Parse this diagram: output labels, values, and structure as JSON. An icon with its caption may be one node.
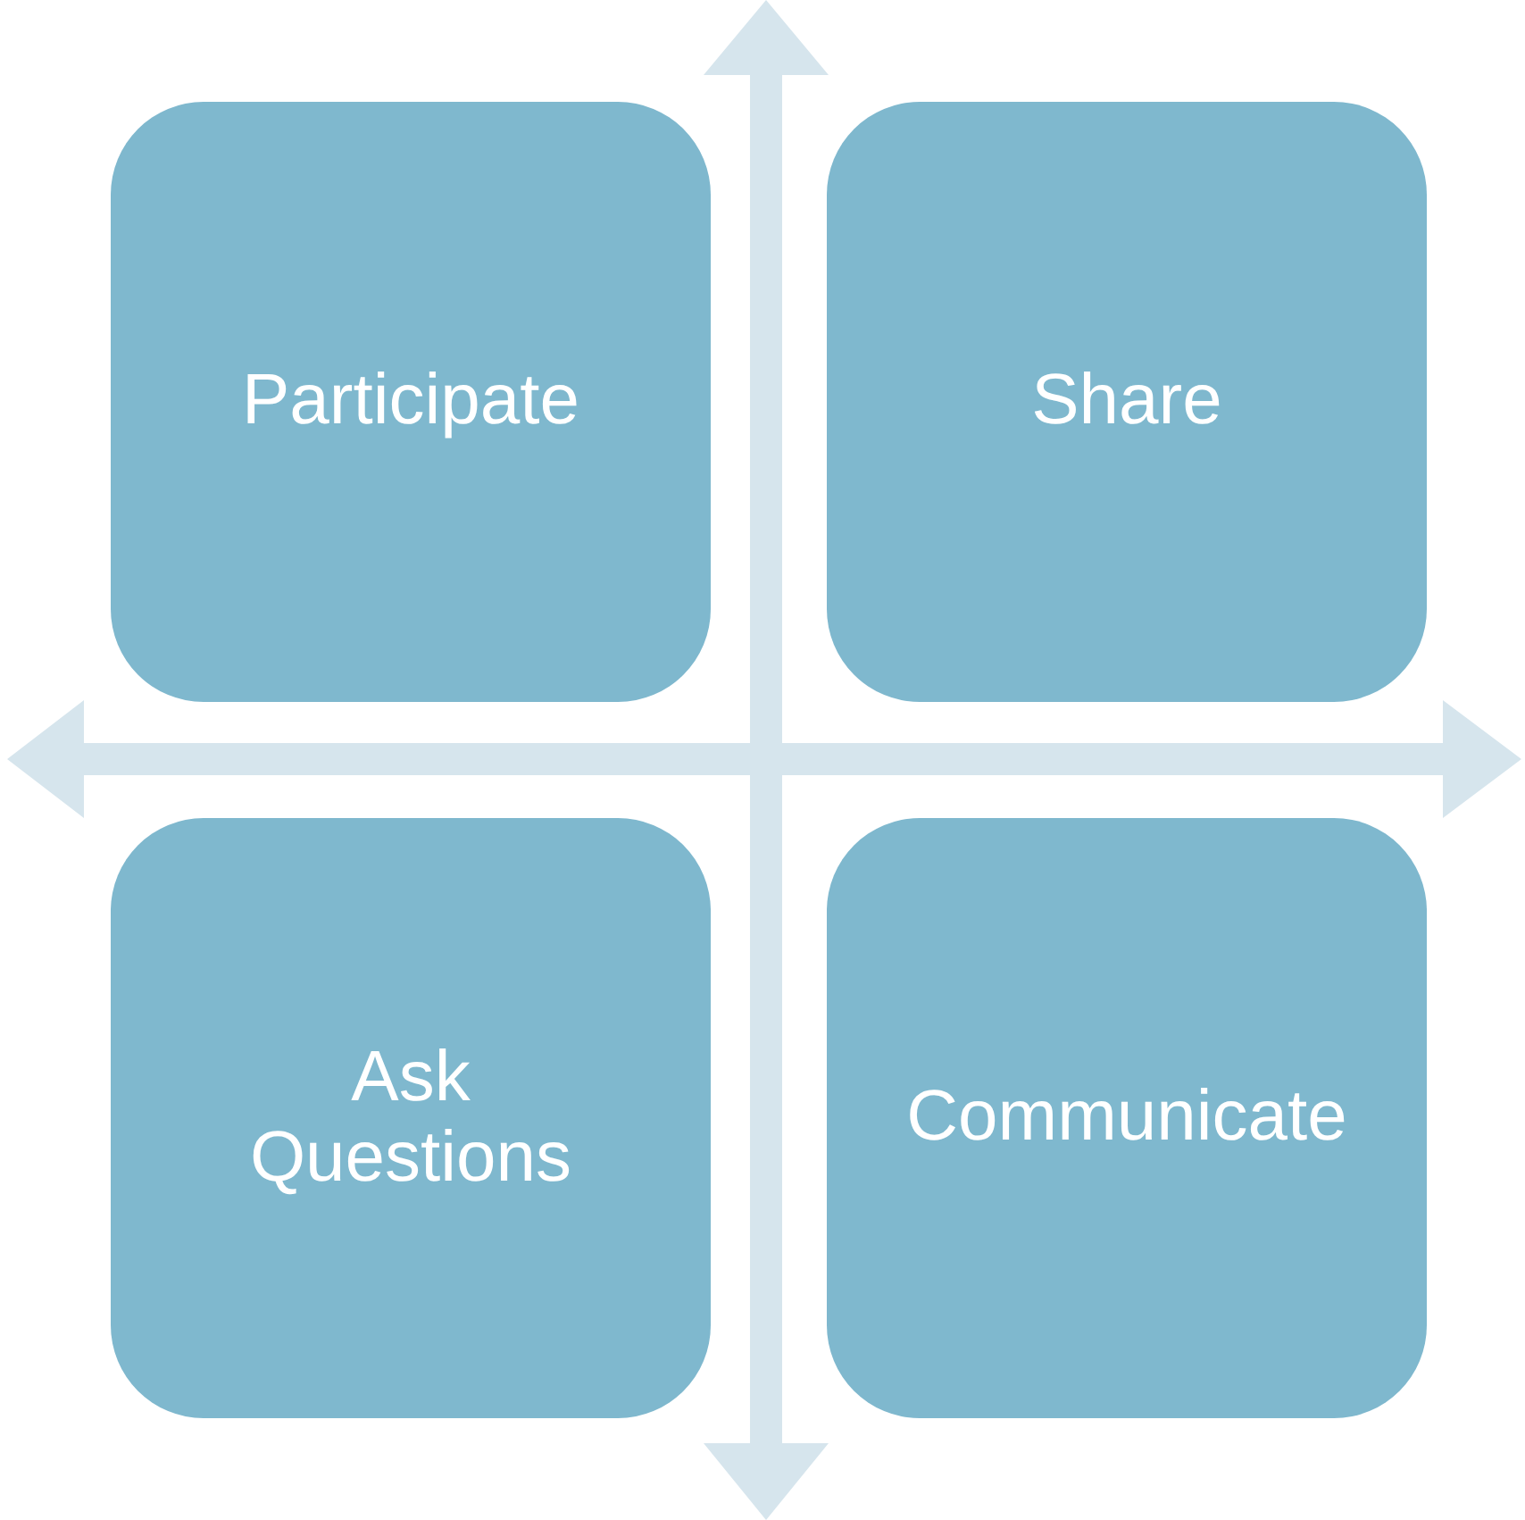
{
  "diagram": {
    "nodes": [
      {
        "text": [
          "Participate"
        ]
      },
      {
        "text": [
          "Share"
        ]
      },
      {
        "text": [
          "Ask Questions"
        ]
      },
      {
        "text": [
          "Communicate"
        ]
      }
    ]
  }
}
